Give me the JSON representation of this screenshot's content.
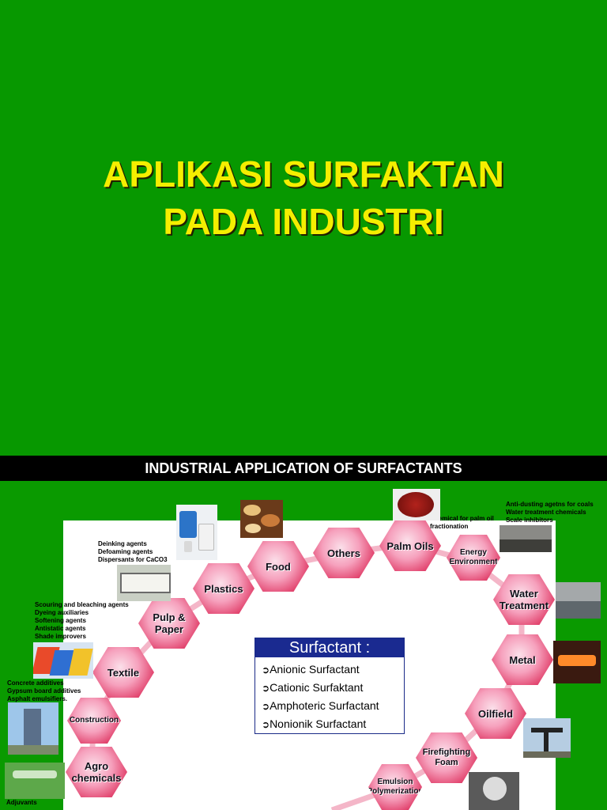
{
  "slide1": {
    "title_line1": "APLIKASI SURFAKTAN",
    "title_line2": "PADA INDUSTRI"
  },
  "slide2": {
    "header": "INDUSTRIAL APPLICATION OF SURFACTANTS",
    "nodes": {
      "food": "Food",
      "others": "Others",
      "palm_oils": "Palm Oils",
      "energy": "Energy\nEnvironment",
      "water": "Water\nTreatment",
      "metal": "Metal",
      "oilfield": "Oilfield",
      "firefighting": "Firefighting\nFoam",
      "emulsion": "Emulsion\nPolymerization",
      "plastics": "Plastics",
      "pulp": "Pulp &\nPaper",
      "textile": "Textile",
      "construction": "Construction",
      "agro": "Agro\nchemicals"
    },
    "notes": {
      "pulp": "Deinking agents\nDefoaming agents\nDispersants for CaCO3",
      "textile": "Scouring and bleaching agents\nDyeing auxiliaries\nSoftening agents\nAntistatic agents\nShade improvers",
      "construction": "Concrete additives\nGypsum board additives\nAsphalt emulsifiers.",
      "palm": "Chemical for palm oil\nfractionation",
      "energy": "Anti-dusting agetns for coals\nWater treatment chemicals\nScale inhibitors",
      "agro": "Adjuvants"
    },
    "surfactant_box": {
      "title": "Surfactant :",
      "items": [
        "Anionic Surfactant",
        "Cationic Surfaktant",
        "Amphoteric Surfactant",
        "Nonionik Surfactant"
      ]
    },
    "colors": {
      "background": "#079800",
      "title": "#f5ee00",
      "node": "#e2456f",
      "box_header": "#1a2a90"
    }
  }
}
